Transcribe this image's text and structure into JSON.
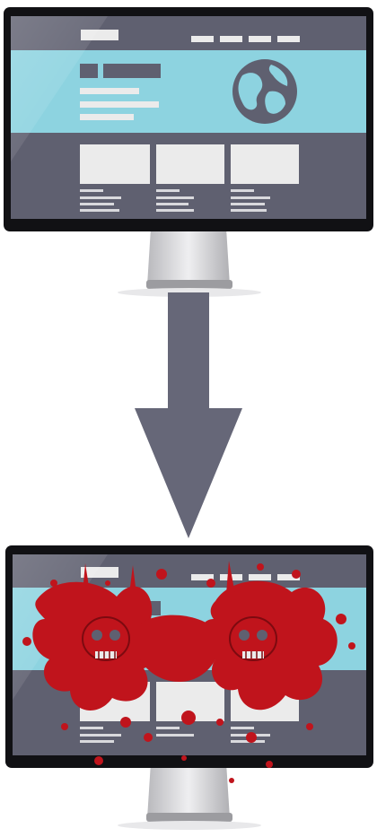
{
  "colors": {
    "bezel": "#111114",
    "screen_dark": "#5f6070",
    "hero_blue": "#8dd3e0",
    "placeholder": "#ebebeb",
    "arrow": "#666778",
    "blood": "#c0141c",
    "stand": "#d4d4d6"
  },
  "monitor_top": {
    "header_boxes": 4,
    "cards": 3,
    "icon": "globe-icon"
  },
  "monitor_bottom": {
    "header_boxes": 4,
    "cards": 3,
    "icon": "globe-icon",
    "overlay": "blood-splatter-skulls"
  },
  "arrow": {
    "icon": "down-arrow-icon"
  }
}
